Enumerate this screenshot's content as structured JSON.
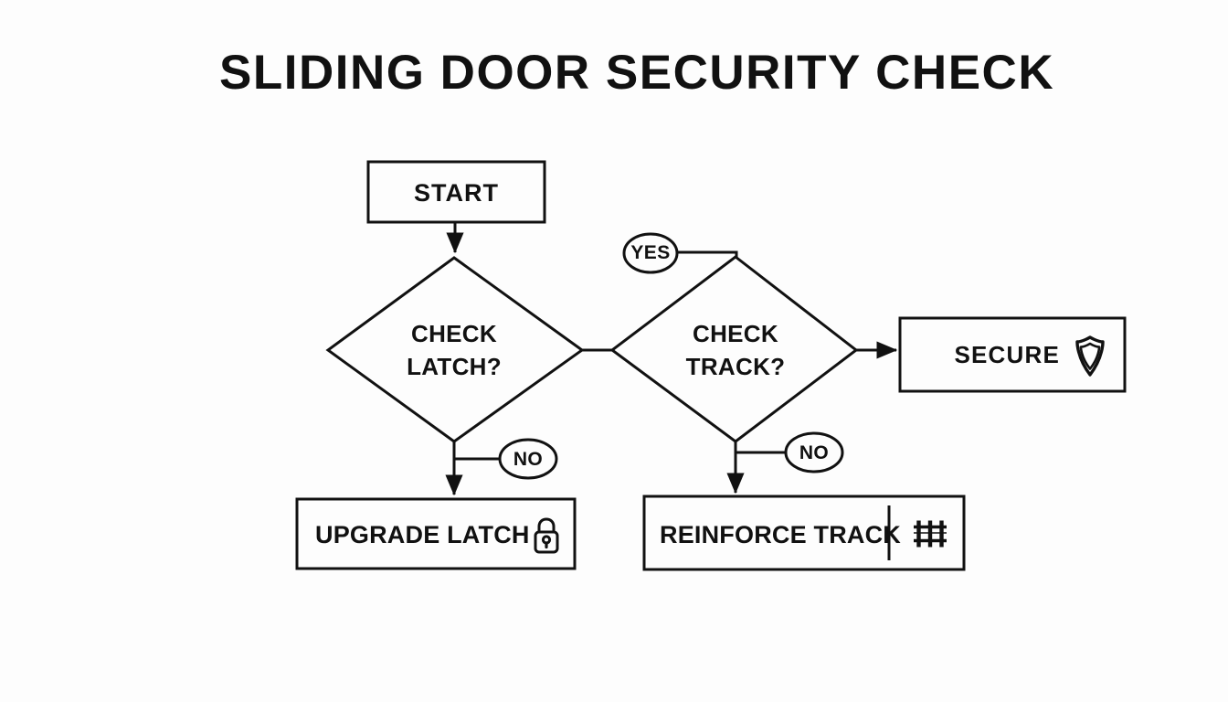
{
  "page": {
    "title": "SLIDING DOOR SECURITY CHECK",
    "background_color": "#fdfdfd",
    "stroke_color": "#111111",
    "text_color": "#111111"
  },
  "nodes": {
    "start": {
      "label": "START",
      "shape": "rectangle"
    },
    "check_latch": {
      "line1": "CHECK",
      "line2": "LATCH?",
      "shape": "diamond"
    },
    "check_track": {
      "line1": "CHECK",
      "line2": "TRACK?",
      "shape": "diamond"
    },
    "secure": {
      "label": "SECURE",
      "shape": "rectangle",
      "icon": "shield-icon"
    },
    "upgrade_latch": {
      "label": "UPGRADE LATCH",
      "shape": "rectangle",
      "icon": "padlock-icon"
    },
    "reinforce_track": {
      "label": "REINFORCE TRACK",
      "shape": "rectangle",
      "icon": "railroad-track-icon"
    }
  },
  "edge_labels": {
    "yes": "YES",
    "no_latch": "NO",
    "no_track": "NO"
  },
  "chart_data": {
    "type": "diagram",
    "title": "SLIDING DOOR SECURITY CHECK",
    "diagram_kind": "flowchart",
    "nodes": [
      {
        "id": "start",
        "text": "START",
        "shape": "rectangle"
      },
      {
        "id": "check_latch",
        "text": "CHECK LATCH?",
        "shape": "diamond"
      },
      {
        "id": "check_track",
        "text": "CHECK TRACK?",
        "shape": "diamond"
      },
      {
        "id": "secure",
        "text": "SECURE",
        "shape": "rectangle",
        "icon": "shield"
      },
      {
        "id": "upgrade_latch",
        "text": "UPGRADE LATCH",
        "shape": "rectangle",
        "icon": "padlock"
      },
      {
        "id": "reinforce_track",
        "text": "REINFORCE TRACK",
        "shape": "rectangle",
        "icon": "railroad-track"
      }
    ],
    "edges": [
      {
        "from": "start",
        "to": "check_latch",
        "label": ""
      },
      {
        "from": "check_latch",
        "to": "check_track",
        "label": "YES"
      },
      {
        "from": "check_latch",
        "to": "upgrade_latch",
        "label": "NO"
      },
      {
        "from": "check_track",
        "to": "secure",
        "label": ""
      },
      {
        "from": "check_track",
        "to": "reinforce_track",
        "label": "NO"
      }
    ]
  }
}
